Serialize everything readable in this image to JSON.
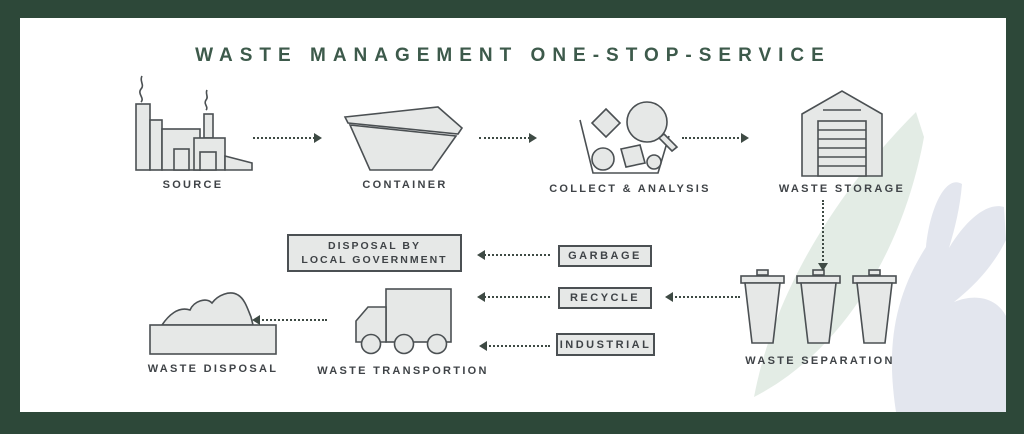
{
  "title": "WASTE MANAGEMENT ONE-STOP-SERVICE",
  "colors": {
    "frame_green": "#2d4839",
    "title_green": "#3d5a4b",
    "icon_fill": "#e6e8e7",
    "icon_stroke": "#4b5053",
    "label_ink": "#3f4347",
    "arrow": "#3e4a44",
    "watermark_leaf": "#e3ece5",
    "watermark_hand": "#e3e6ee"
  },
  "flow": {
    "source": {
      "label": "SOURCE"
    },
    "container": {
      "label": "CONTAINER"
    },
    "collect_analysis": {
      "label": "COLLECT & ANALYSIS"
    },
    "waste_storage": {
      "label": "WASTE STORAGE"
    },
    "waste_separation": {
      "label": "WASTE SEPARATION"
    },
    "garbage": {
      "label": "GARBAGE"
    },
    "recycle": {
      "label": "RECYCLE"
    },
    "industrial": {
      "label": "INDUSTRIAL"
    },
    "disposal_by_local_government": {
      "line1": "DISPOSAL BY",
      "line2": "LOCAL GOVERNMENT"
    },
    "waste_transportation": {
      "label": "WASTE TRANSPORTION"
    },
    "waste_disposal": {
      "label": "WASTE DISPOSAL"
    }
  }
}
